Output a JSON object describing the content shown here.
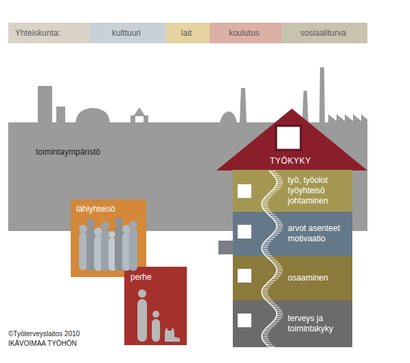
{
  "diagram": {
    "nodes": [
      {
        "text": [
          "Yhteiskunta:"
        ]
      },
      {
        "text": [
          "kulttuuri"
        ],
        "in": 0
      },
      {
        "text": [
          "lait"
        ],
        "in": 0
      },
      {
        "text": [
          "koulutus"
        ],
        "in": 0
      },
      {
        "text": [
          "sosiaaliturva"
        ],
        "in": 0
      },
      {
        "text": [
          "toimintaympäristö"
        ]
      },
      {
        "text": [
          "lähiyhteisö"
        ]
      },
      {
        "text": [
          "perhe"
        ]
      },
      {
        "text": [
          "TYÖKYKY"
        ]
      },
      {
        "text": [
          "työ, työolot työyhteisö johtaminen"
        ]
      },
      {
        "text": [
          "arvot asenteet motivaatio"
        ]
      },
      {
        "text": [
          "osaaminen"
        ]
      },
      {
        "text": [
          "terveys ja toimintakyky"
        ]
      }
    ],
    "labels": [
      "©Työterveyslaitos 2010",
      "IKÄVOIMAA TYÖHÖN"
    ]
  }
}
